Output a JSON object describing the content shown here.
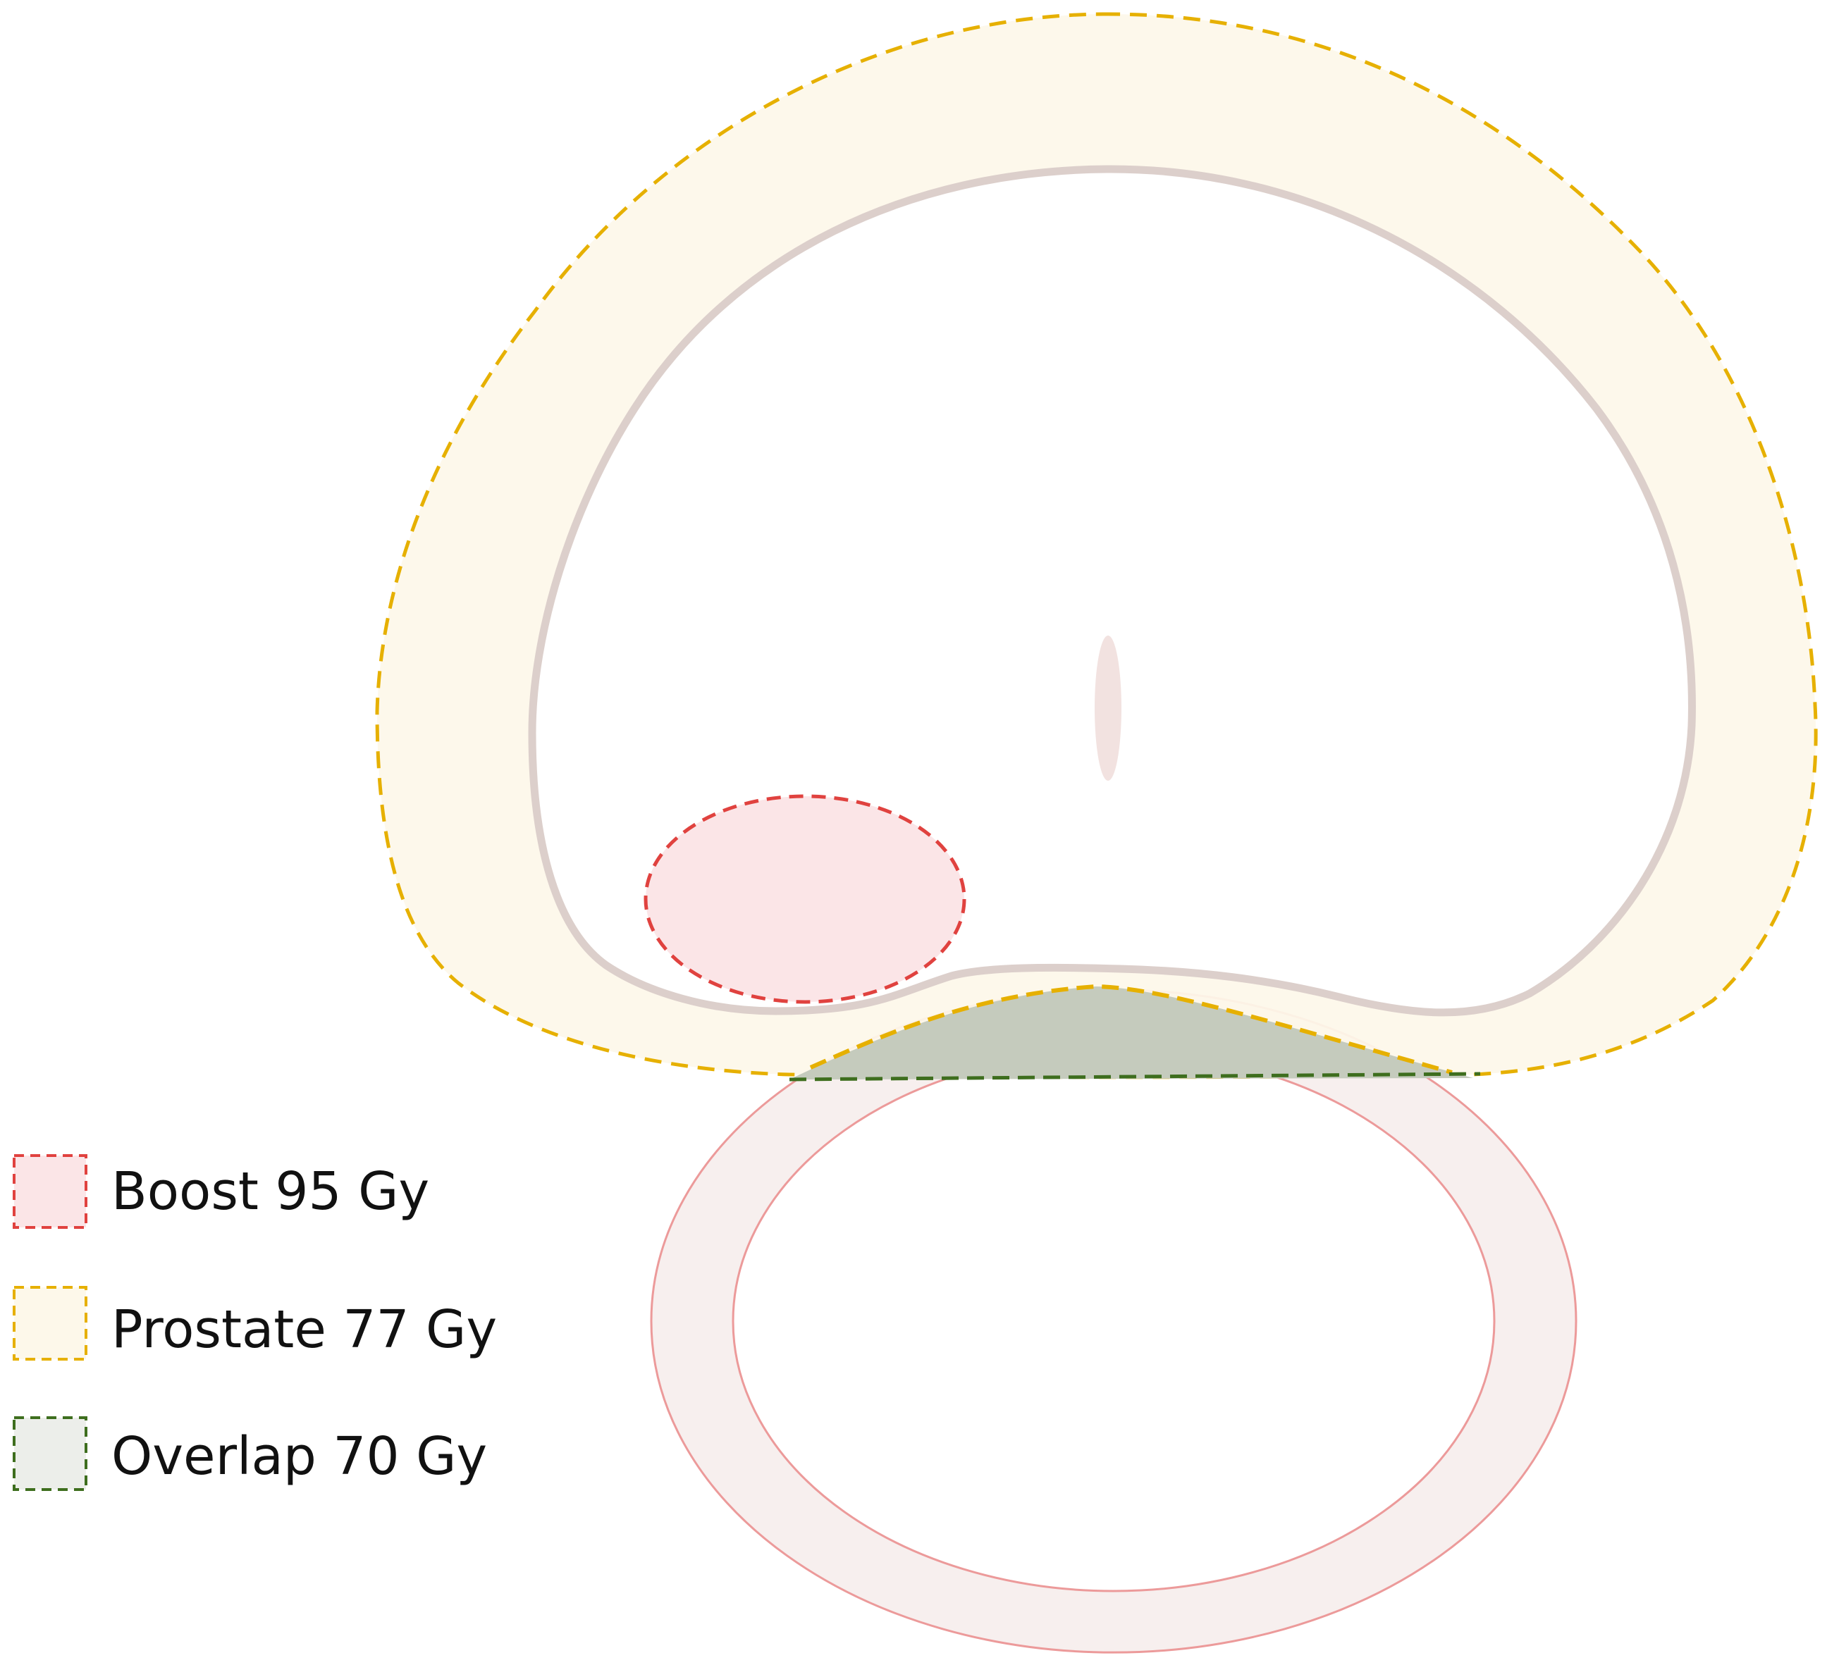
{
  "legend": {
    "items": [
      {
        "id": "boost",
        "label": "Boost 95 Gy",
        "fill": "#fbe5e7",
        "stroke": "#e0423f"
      },
      {
        "id": "prostate",
        "label": "Prostate 77 Gy",
        "fill": "#fdf8ea",
        "stroke": "#e6b000"
      },
      {
        "id": "overlap",
        "label": "Overlap 70 Gy",
        "fill": "#eceeea",
        "stroke": "#3e6e1e"
      }
    ]
  },
  "colors": {
    "prostate_fill": "#fdf8ea",
    "prostate_stroke": "#e6b000",
    "capsule_stroke": "#dccfcb",
    "boost_fill": "#fbe5e7",
    "boost_stroke": "#e0423f",
    "overlap_fill": "#c5cbbd",
    "overlap_stroke": "#3e6e1e",
    "rectum_fill": "#f7efee",
    "rectum_stroke": "#ec9a9a",
    "urethra_fill": "#f2e2e0"
  }
}
